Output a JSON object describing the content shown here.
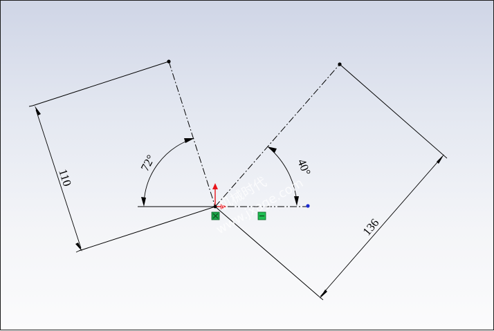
{
  "dimensions": {
    "left_length": "110",
    "right_length": "136",
    "left_angle": "72°",
    "right_angle": "40°"
  },
  "watermark": {
    "chinese": "机械时代",
    "url": "www.jxage.com"
  },
  "colors": {
    "geometry": "#000000",
    "axis_y": "#e8141b",
    "origin_marker": "#1aa64a",
    "endpoint": "#1a2ad0",
    "background_top": "#cfd5e6",
    "background_bottom": "#fbfbfc"
  },
  "icons": {
    "origin": "origin-triad-icon",
    "coincident_relation": "coincident-relation-icon",
    "horizontal_relation": "horizontal-relation-icon"
  }
}
